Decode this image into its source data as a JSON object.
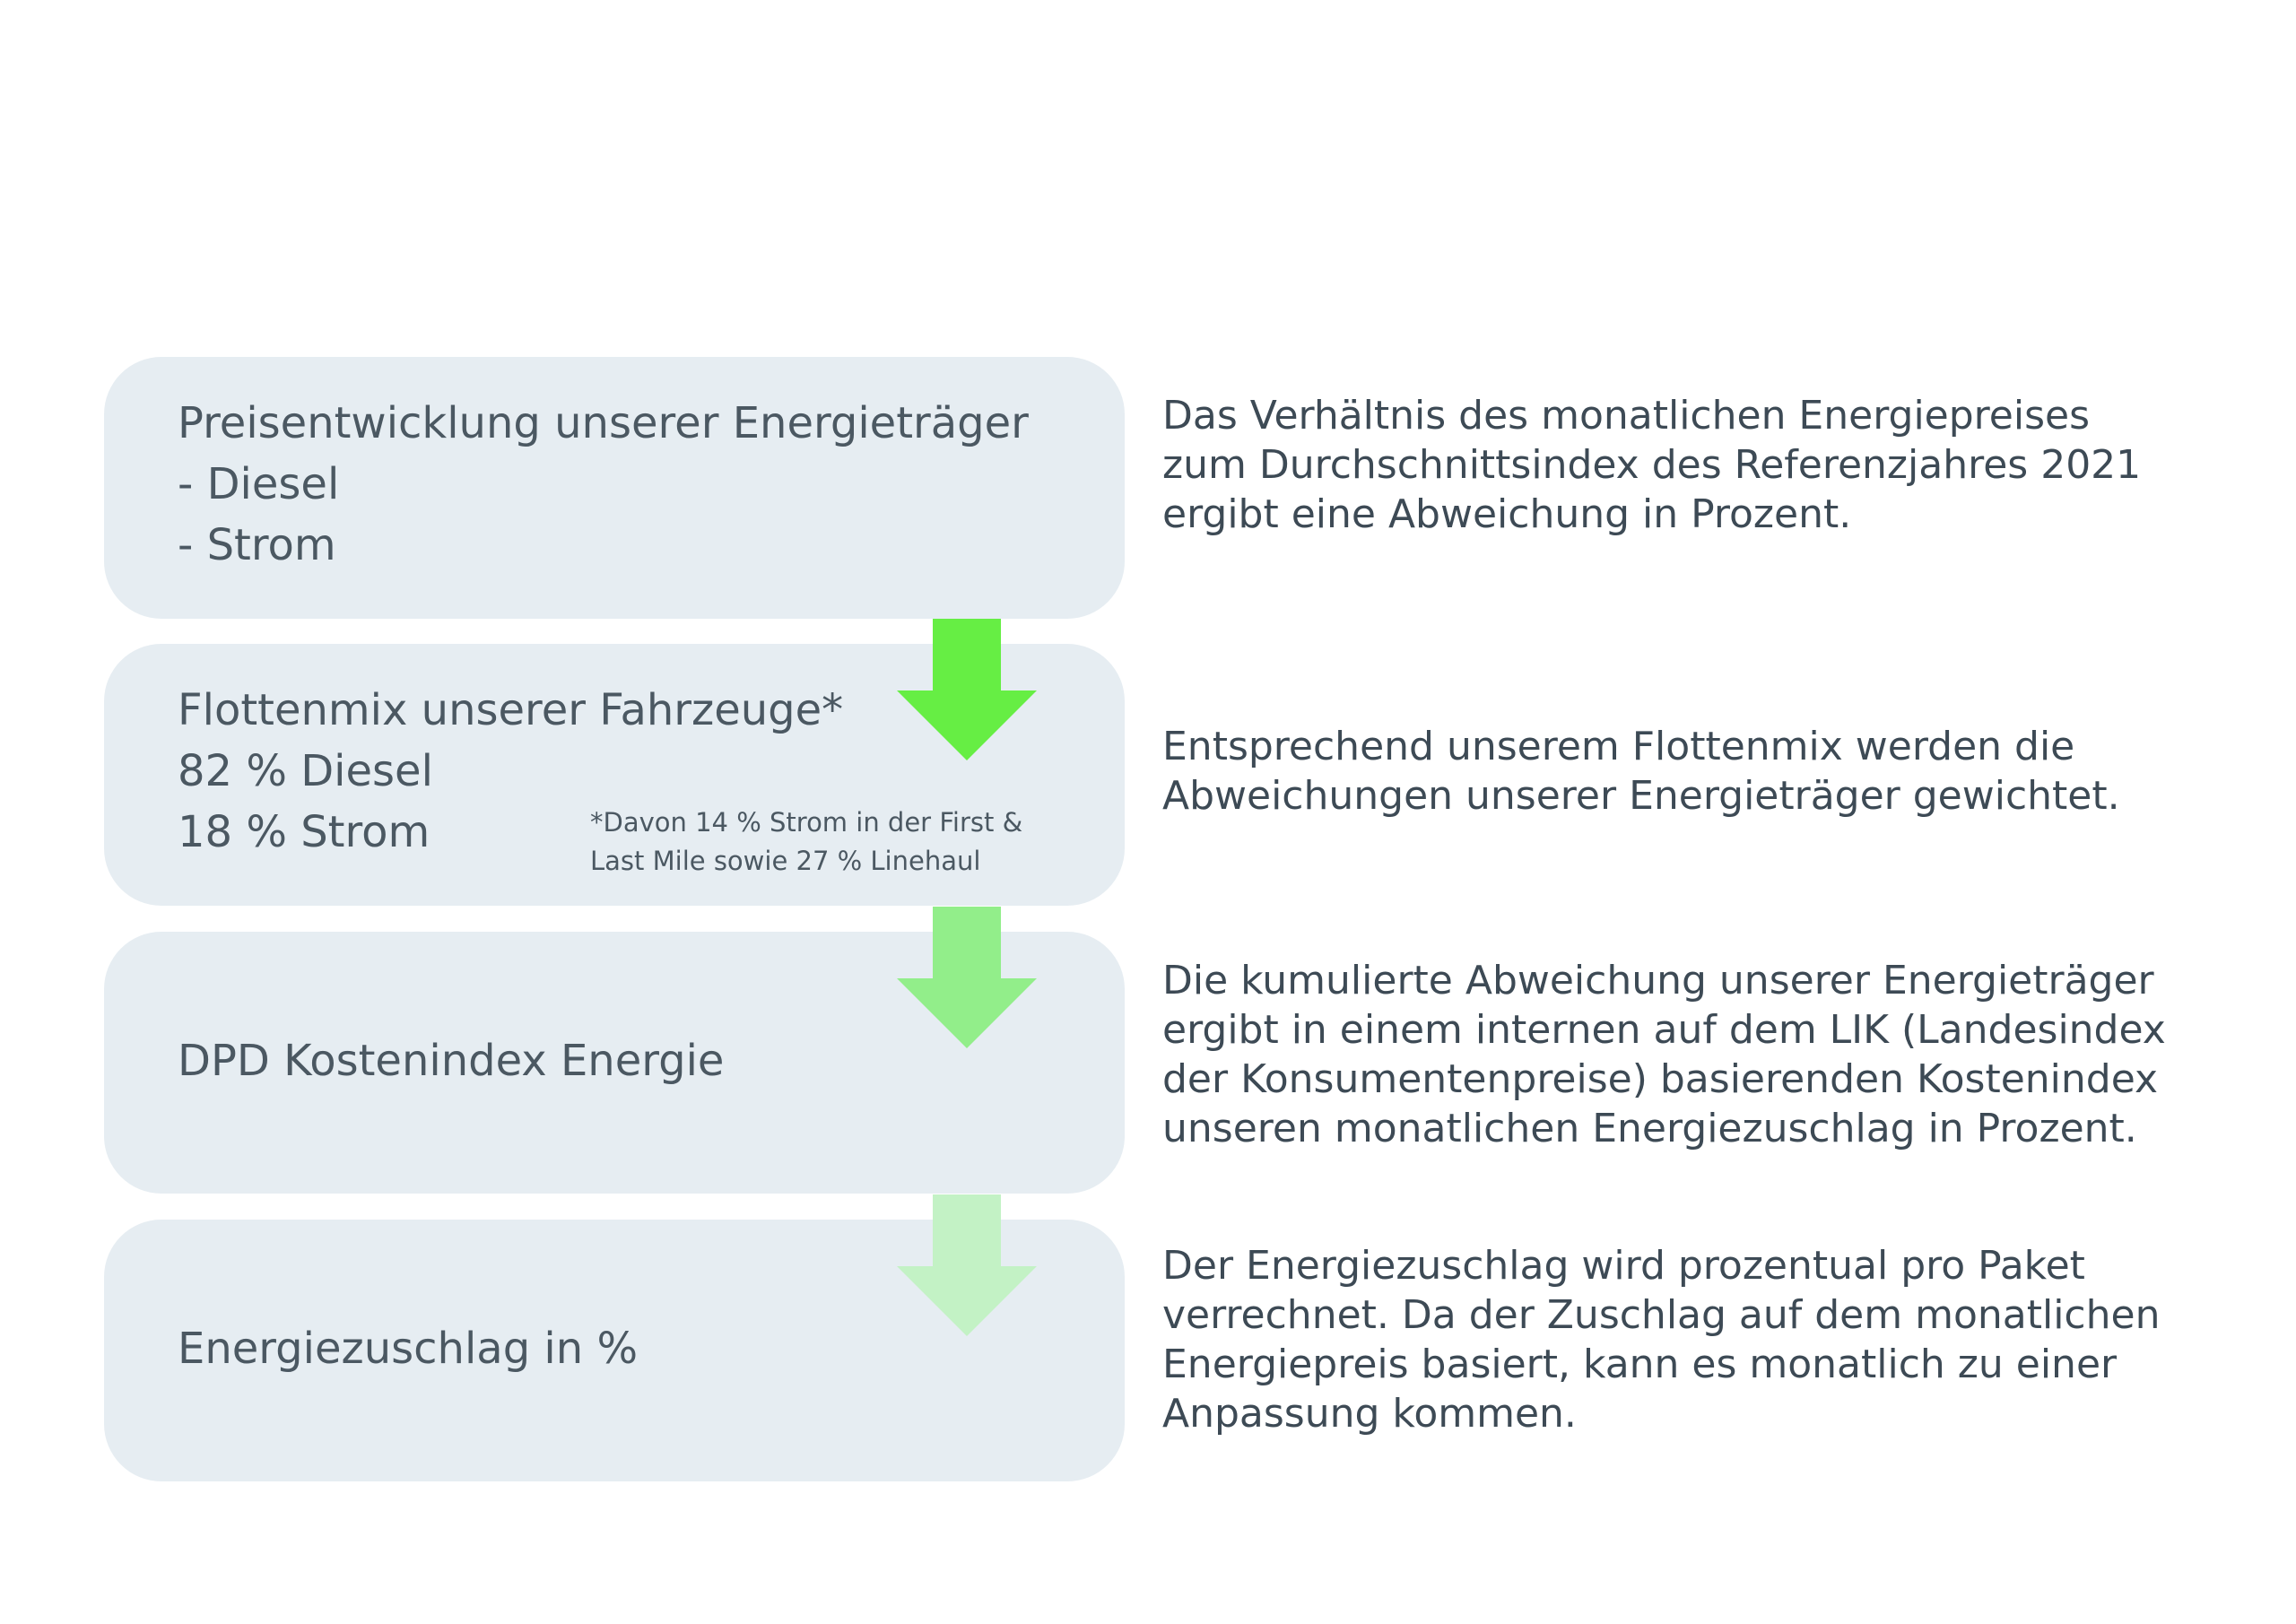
{
  "steps": [
    {
      "lines": [
        "Preisentwicklung unserer Energieträger",
        "- Diesel",
        "- Strom"
      ],
      "description": [
        "Das Verhältnis des monatlichen Energiepreises",
        "zum Durchschnittsindex des Referenzjahres 2021",
        "ergibt eine Abweichung in Prozent."
      ]
    },
    {
      "lines": [
        "Flottenmix unserer Fahrzeuge*",
        "82 % Diesel",
        "18 % Strom"
      ],
      "footnote": [
        "*Davon 14 % Strom in der First &",
        "Last Mile sowie 27 % Linehaul"
      ],
      "description": [
        "Entsprechend unserem Flottenmix werden die",
        "Abweichungen unserer Energieträger gewichtet."
      ]
    },
    {
      "lines": [
        "DPD Kostenindex Energie"
      ],
      "description": [
        "Die kumulierte Abweichung unserer Energieträger",
        "ergibt in einem internen auf dem LIK (Landesindex",
        "der Konsumentenpreise) basierenden Kostenindex",
        "unseren monatlichen Energiezuschlag in Prozent."
      ]
    },
    {
      "lines": [
        "Energiezuschlag in %"
      ],
      "description": [
        "Der Energiezuschlag wird prozentual pro Paket",
        "verrechnet. Da der Zuschlag auf dem monatlichen",
        "Energiepreis basiert, kann es monatlich zu einer",
        "Anpassung kommen."
      ]
    }
  ],
  "colors": {
    "box_background": "#e6edf2",
    "text": "#3d4a55",
    "arrow_1": "#66ee44",
    "arrow_2": "#92ee8a",
    "arrow_3": "#c3f2c5"
  },
  "icons": [
    "arrow-down-icon",
    "arrow-down-icon",
    "arrow-down-icon"
  ]
}
